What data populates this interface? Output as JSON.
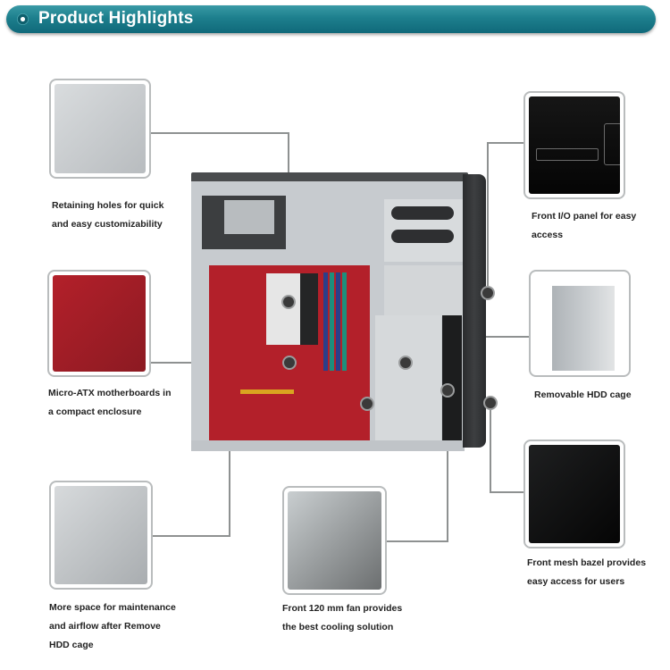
{
  "header": {
    "title": "Product Highlights",
    "icon": "bullet-circle-icon",
    "colors": {
      "banner": "#1d7f8d",
      "banner_light": "#3a9aa6",
      "text": "#ffffff"
    }
  },
  "features": [
    {
      "id": "retaining-holes",
      "image": "case-interior-holes-photo",
      "caption_lines": [
        "Retaining holes for quick",
        "and easy customizability"
      ]
    },
    {
      "id": "micro-atx",
      "image": "motherboard-photo",
      "caption_lines": [
        "Micro-ATX motherboards in",
        "a compact enclosure"
      ]
    },
    {
      "id": "more-space",
      "image": "case-without-hdd-cage-photo",
      "caption_lines": [
        "More space for maintenance",
        "and airflow after Remove",
        "HDD cage"
      ]
    },
    {
      "id": "front-fan",
      "image": "front-fan-photo",
      "caption_lines": [
        "Front 120 mm fan provides",
        "the best cooling solution"
      ]
    },
    {
      "id": "front-io",
      "image": "front-io-panel-photo",
      "caption_lines": [
        "Front I/O panel for easy",
        "access"
      ]
    },
    {
      "id": "hdd-cage",
      "image": "removable-hdd-cage-photo",
      "caption_lines": [
        "Removable HDD cage"
      ]
    },
    {
      "id": "mesh-bezel",
      "image": "front-mesh-bezel-photo",
      "caption_lines": [
        "Front mesh bazel provides",
        "easy access for users"
      ]
    }
  ],
  "center_image": "open-pc-case-photo"
}
